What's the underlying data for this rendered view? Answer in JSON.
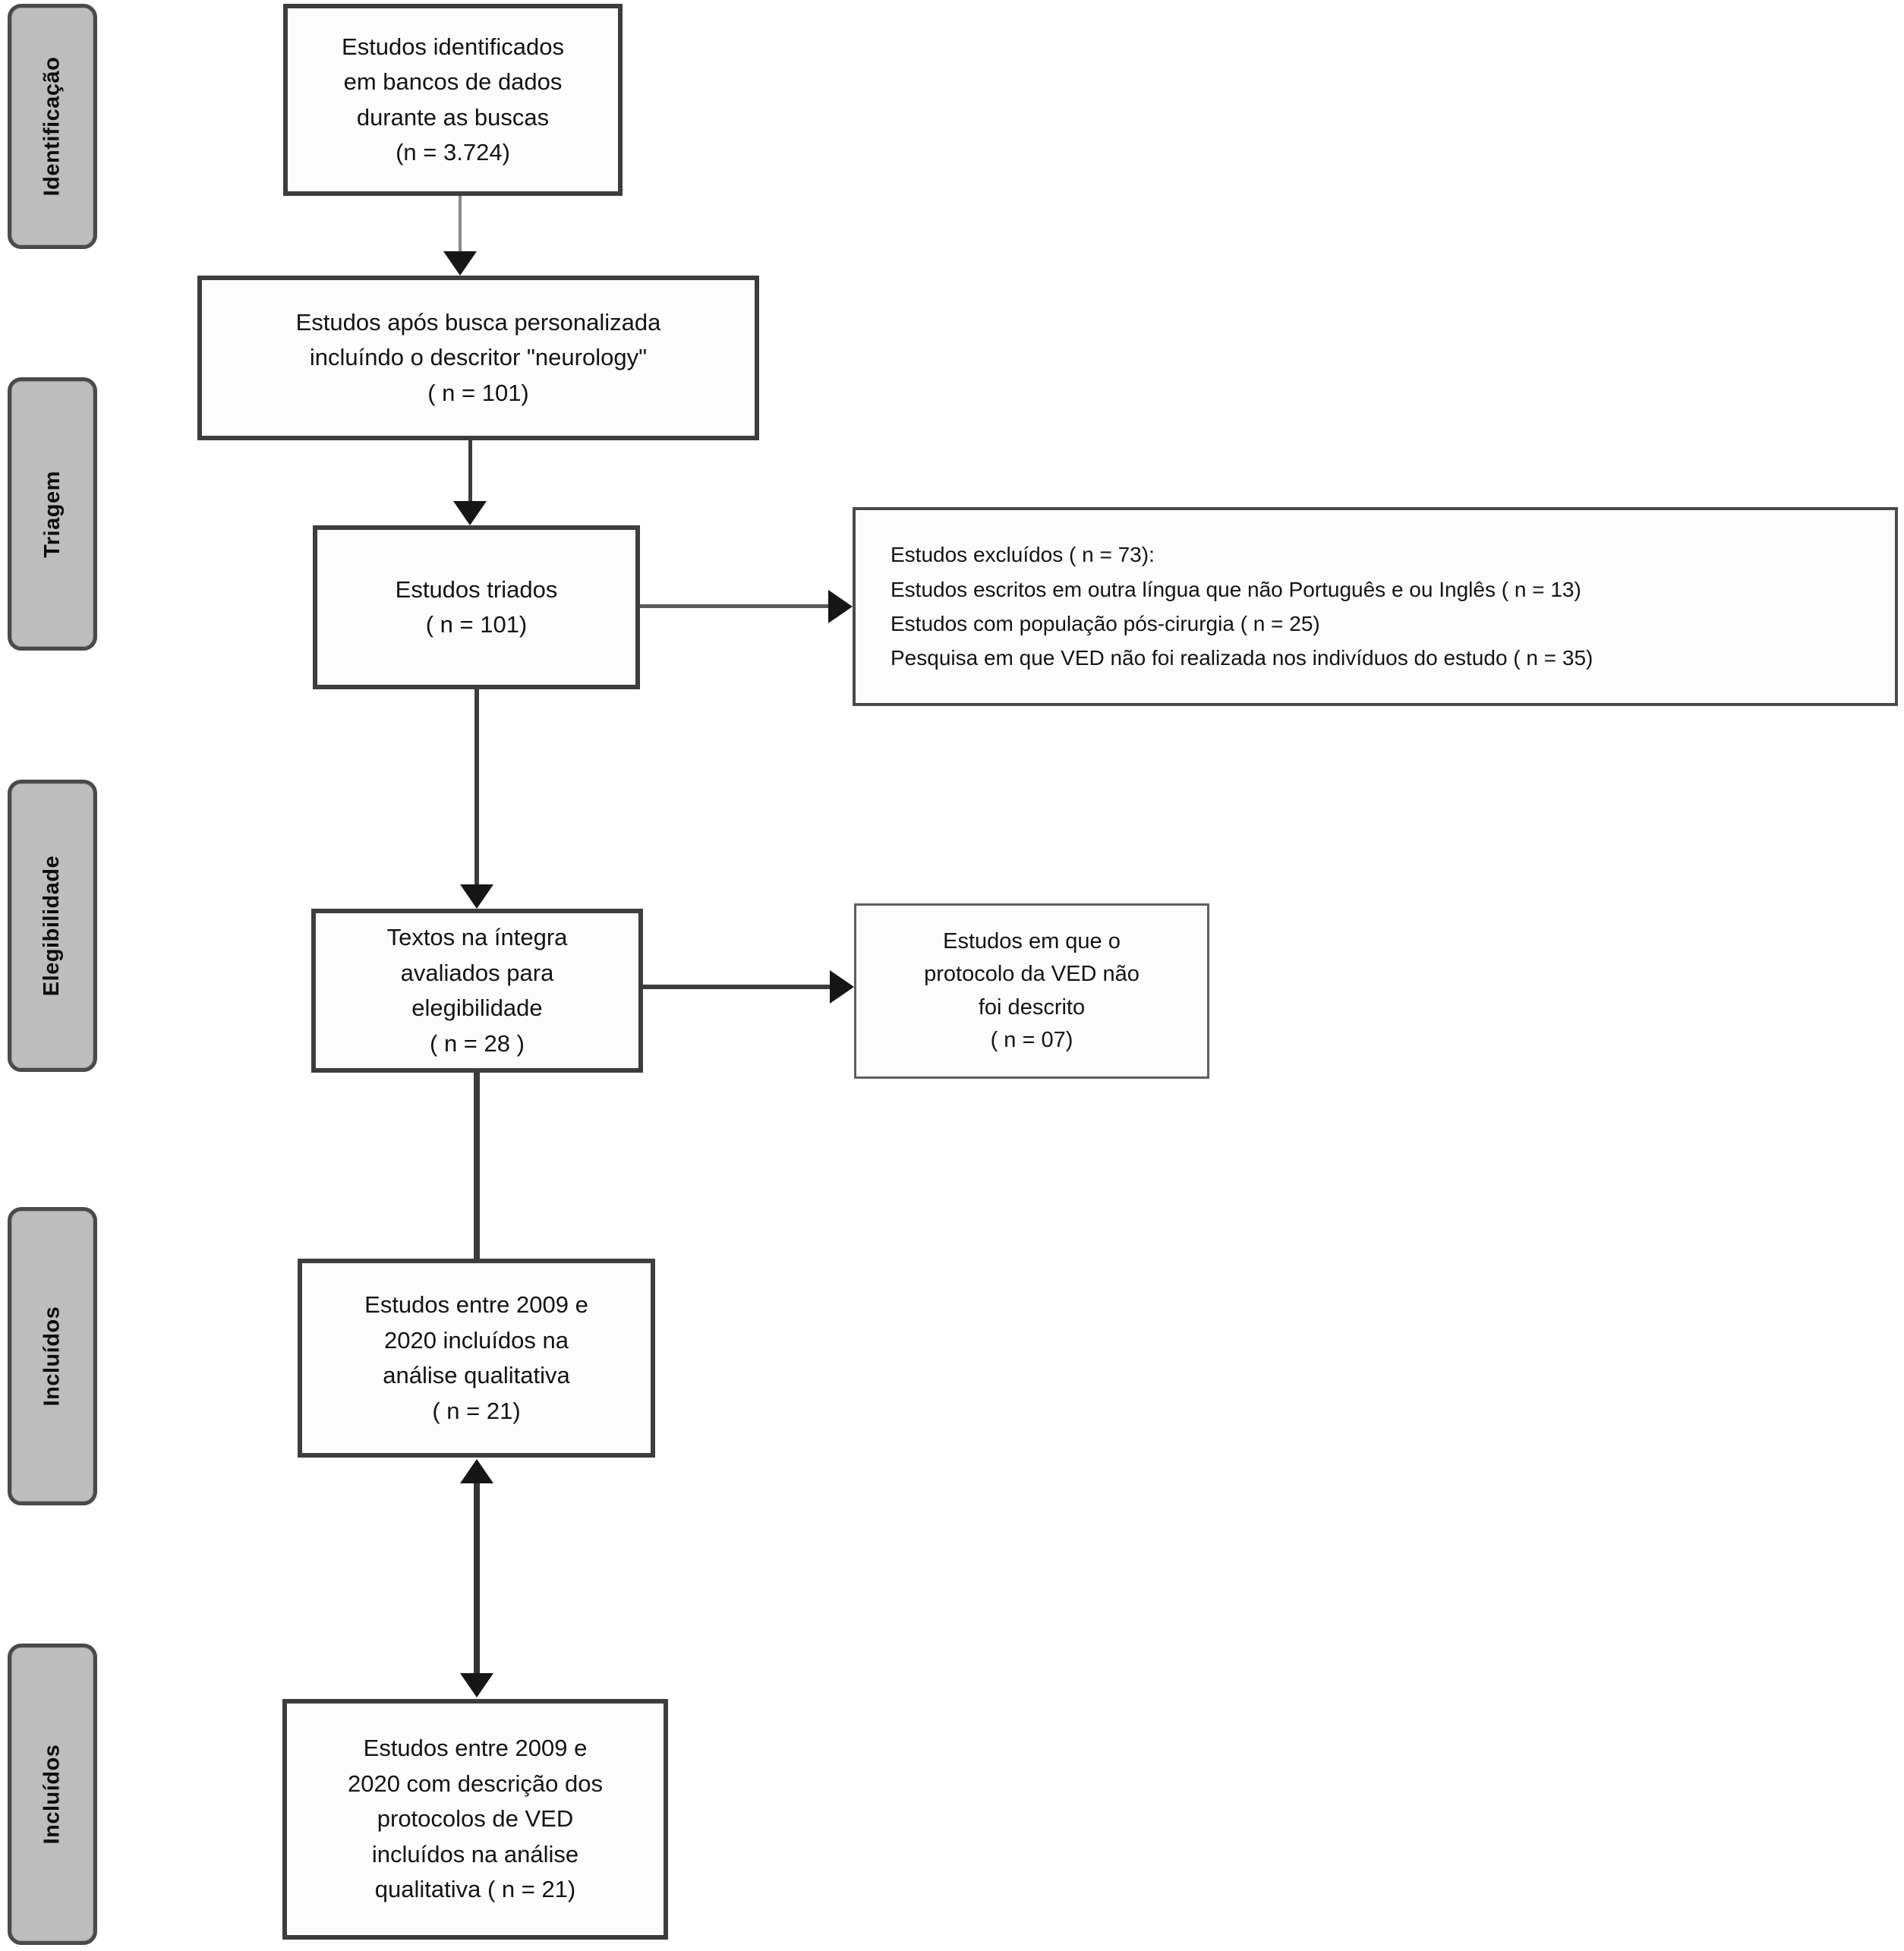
{
  "sidebar": {
    "stages": [
      {
        "label": "Identificação"
      },
      {
        "label": "Triagem"
      },
      {
        "label": "Elegibilidade"
      },
      {
        "label": "Incluídos"
      },
      {
        "label": "Incluídos"
      }
    ]
  },
  "flow": {
    "identified": {
      "text": "Estudos identificados\nem bancos de dados\ndurante as buscas\n(n = 3.724)"
    },
    "personalized_search": {
      "text": "Estudos após busca personalizada\nincluíndo o descritor \"neurology\"\n( n = 101)"
    },
    "screened": {
      "text": "Estudos triados\n( n = 101)"
    },
    "excluded": {
      "lines": [
        "Estudos excluídos ( n = 73):",
        "Estudos escritos em outra língua que não Português e ou Inglês ( n = 13)",
        "Estudos com população pós-cirurgia ( n = 25)",
        "Pesquisa em que VED não foi realizada nos indivíduos do estudo ( n = 35)"
      ]
    },
    "fulltext_assessed": {
      "text": "Textos na íntegra\navaliados para\nelegibilidade\n( n = 28 )"
    },
    "protocol_not_described": {
      "text": "Estudos em que o\nprotocolo da VED não\nfoi descrito\n( n = 07)"
    },
    "included_qualitative": {
      "text": "Estudos entre 2009 e\n2020 incluídos na\nanálise qualitativa\n( n = 21)"
    },
    "included_protocols": {
      "text": "Estudos entre 2009 e\n2020 com descrição dos\nprotocolos de VED\nincluídos na análise\nqualitativa ( n = 21)"
    }
  }
}
